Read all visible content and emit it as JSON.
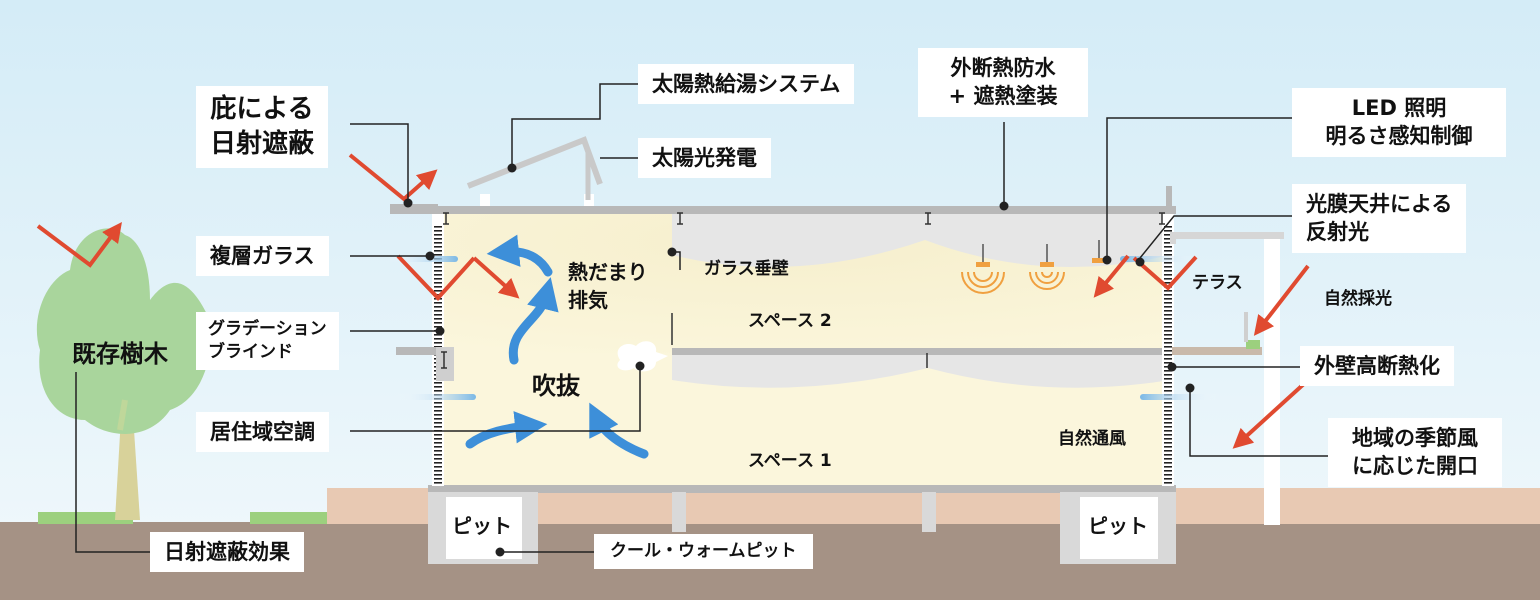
{
  "labels": {
    "eaves_shading": [
      "庇による",
      "日射遮蔽"
    ],
    "solar_water": "太陽熱給湯システム",
    "solar_power": "太陽光発電",
    "external_insulation": [
      "外断熱防水",
      "+ 遮熱塗装"
    ],
    "led": [
      "LED 照明",
      "明るさ感知制御"
    ],
    "membrane_ceiling": [
      "光膜天井による",
      "反射光"
    ],
    "double_glass": "複層ガラス",
    "gradation_blind": [
      "グラデーション",
      "ブラインド"
    ],
    "existing_tree": "既存樹木",
    "living_ac": "居住域空調",
    "shading_effect": "日射遮蔽効果",
    "cool_warm_pit": "クール・ウォームピット",
    "wall_insulation": "外壁高断熱化",
    "seasonal_openings": [
      "地域の季節風",
      "に応じた開口"
    ]
  },
  "plain": {
    "heat_exhaust": [
      "熱だまり",
      "排気"
    ],
    "glass_wall": "ガラス垂壁",
    "space2": "スペース 2",
    "space1": "スペース 1",
    "atrium": "吹抜",
    "terrace": "テラス",
    "daylight": "自然採光",
    "natural_vent": "自然通風",
    "pit": "ピット"
  },
  "colors": {
    "sky_top": "#d4ecf7",
    "sky_bottom": "#eef7fb",
    "ground": "#a59285",
    "interior": "#fbf6dc",
    "structure": "#cfcfcf",
    "tree": "#a9d59c",
    "trunk": "#d8d29a",
    "sun_arrow": "#e04a30",
    "air_arrow": "#3d8fd9",
    "led_ring": "#f0a040",
    "grass": "#9cd07e",
    "deck": "#e8c9b3"
  }
}
